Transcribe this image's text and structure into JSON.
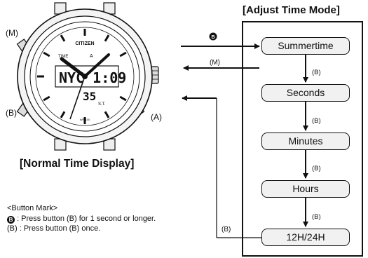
{
  "titles": {
    "adjust_mode": "[Adjust Time Mode]",
    "normal_display": "[Normal Time Display]"
  },
  "steps": [
    "Summertime",
    "Seconds",
    "Minutes",
    "Hours",
    "12H/24H"
  ],
  "step_b_label": "(B)",
  "arrows": {
    "b_hold": "B",
    "m": "(M)",
    "b_return": "(B)"
  },
  "buttons": {
    "m": "(M)",
    "b": "(B)",
    "a": "(A)"
  },
  "watch": {
    "brand": "CITIZEN",
    "lcd_main": "NYC 1:09",
    "lcd_sub": "35",
    "lcd_st": "S.T.",
    "time_label": "TIME",
    "a_label": "A",
    "wr": "WR 100"
  },
  "legend": {
    "title": "<Button Mark>",
    "line1_mark": "B",
    "line1": ": Press button (B) for 1 second or longer.",
    "line2": "(B) : Press button (B) once."
  }
}
